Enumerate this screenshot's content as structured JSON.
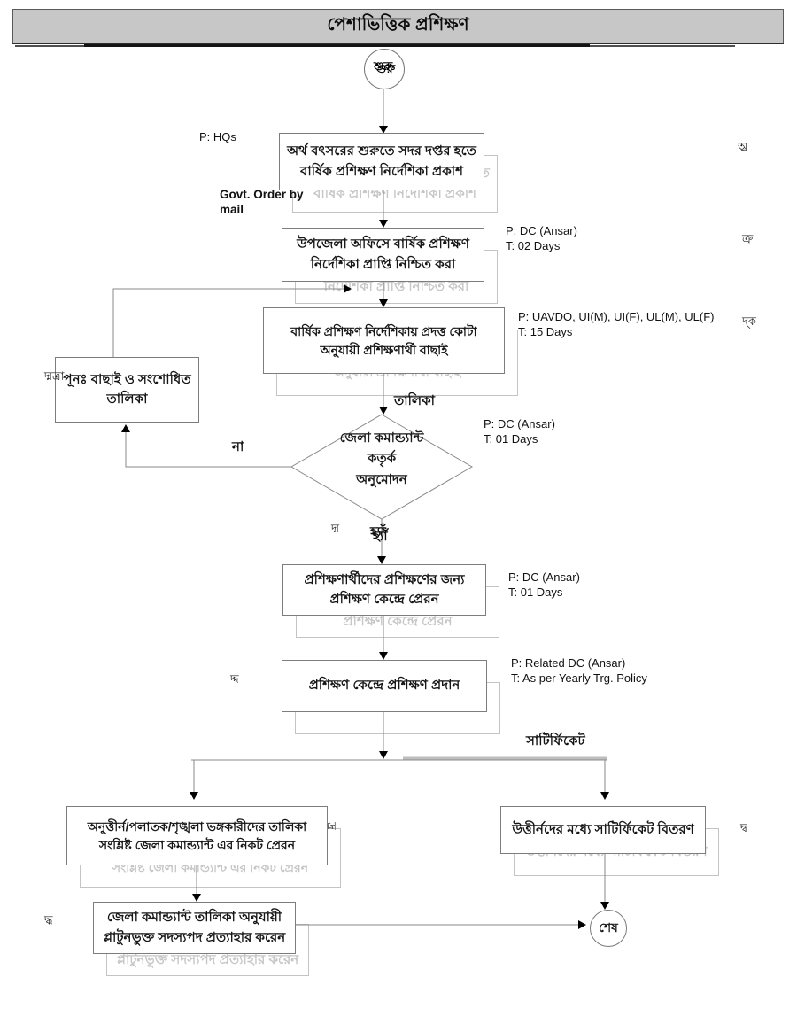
{
  "title": "পেশাভিত্তিক প্রশিক্ষণ",
  "colors": {
    "title_bar_bg": "#c7c7c7",
    "box_border": "#7d7d7d",
    "ghost_border": "#c4c4c4",
    "ghost_text": "#c6c6c6",
    "connector": "#8a8a8a",
    "arrow": "#000000",
    "text": "#1a1a1a"
  },
  "nodes": {
    "start": {
      "label": "শুরু"
    },
    "publish": {
      "lines": [
        "অর্থ বৎসরের শুরুতে সদর দপ্তর হতে",
        "বার্ষিক প্রশিক্ষণ নির্দেশিকা প্রকাশ"
      ]
    },
    "receive": {
      "lines": [
        "উপজেলা অফিসে বার্ষিক প্রশিক্ষণ",
        "নির্দেশিকা প্রাপ্তি নিশ্চিত করা"
      ]
    },
    "select": {
      "lines": [
        "বার্ষিক প্রশিক্ষণ নির্দেশিকায় প্রদত্ত কোটা",
        "অনুযায়ী প্রশিক্ষণার্থী বাছাই"
      ]
    },
    "revise": {
      "lines": [
        "পূনঃ  বাছাই ও সংশোধিত",
        "তালিকা"
      ]
    },
    "approve": {
      "lines": [
        "জেলা কমান্ড্যান্ট",
        "কতৃর্ক",
        "অনুমোদন"
      ]
    },
    "send": {
      "lines": [
        "প্রশিক্ষণার্থীদের প্রশিক্ষণের জন্য",
        "প্রশিক্ষণ কেন্দ্রে প্রেরন"
      ]
    },
    "train": {
      "lines": [
        "প্রশিক্ষণ কেন্দ্রে প্রশিক্ষণ প্রদান"
      ]
    },
    "fail_list": {
      "lines": [
        "অনুত্তীর্ন/পলাতক/শৃঙ্খলা ভঙ্গকারীদের তালিকা",
        "সংশ্লিষ্ট জেলা কমান্ড্যান্ট এর নিকট প্রেরন"
      ]
    },
    "certificates": {
      "lines": [
        "উত্তীর্নদের মধ্যে সাটির্ফিকেট বিতরণ"
      ]
    },
    "withdraw": {
      "lines": [
        "জেলা কমান্ড্যান্ট তালিকা অনুযায়ী",
        "প্লাটুনভুক্ত সদস্যপদ প্রত্যাহার করেন"
      ]
    },
    "end": {
      "label": "শেষ"
    }
  },
  "annotations": {
    "hq": "P: HQs",
    "govt_order": [
      "Govt. Order by",
      "mail"
    ],
    "receive_pt": [
      "P: DC (Ansar)",
      "T: 02 Days"
    ],
    "select_pt": [
      "P: UAVDO, UI(M), UI(F), UL(M), UL(F)",
      "T: 15 Days"
    ],
    "approve_pt": [
      "P: DC (Ansar)",
      "T: 01 Days"
    ],
    "send_pt": [
      "P: DC (Ansar)",
      "T: 01 Days"
    ],
    "train_pt": [
      "P: Related DC (Ansar)",
      "T: As per Yearly Trg. Policy"
    ],
    "certificate": "সাটির্ফিকেট"
  },
  "edge_labels": {
    "list": "তালিকা",
    "no": "না",
    "yes": "হ্যাঁ"
  },
  "artifacts": {
    "a1": "অ্র",
    "a2": "ত্রু",
    "a3": "দ্ক",
    "a4": "দ্মত্রা",
    "a5": "দ্ম",
    "a6": "দ্দ",
    "a7": "দ্র",
    "a8": "দ্ব",
    "a9": "দ্ধ"
  }
}
